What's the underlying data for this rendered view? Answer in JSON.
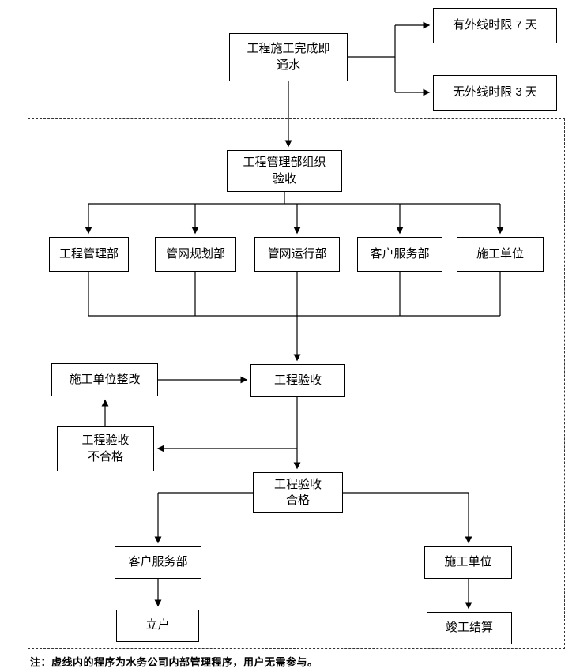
{
  "flowchart": {
    "start": "工程施工完成即\n通水",
    "outer_line_limit": "有外线时限 7 天",
    "no_outer_line_limit": "无外线时限 3 天",
    "org_acceptance": "工程管理部组织\n验收",
    "dept_engineering": "工程管理部",
    "dept_pipeline_planning": "管网规划部",
    "dept_pipeline_operation": "管网运行部",
    "dept_customer_service": "客户服务部",
    "dept_construction": "施工单位",
    "construction_rectify": "施工单位整改",
    "acceptance": "工程验收",
    "acceptance_fail": "工程验收\n不合格",
    "acceptance_pass": "工程验收\n合格",
    "customer_service_after": "客户服务部",
    "construction_after": "施工单位",
    "open_account": "立户",
    "final_settlement": "竣工结算"
  },
  "note": "注：虚线内的程序为水务公司内部管理程序，用户无需参与。",
  "colors": {
    "line": "#000000",
    "box_border": "#000000",
    "background": "#ffffff"
  }
}
